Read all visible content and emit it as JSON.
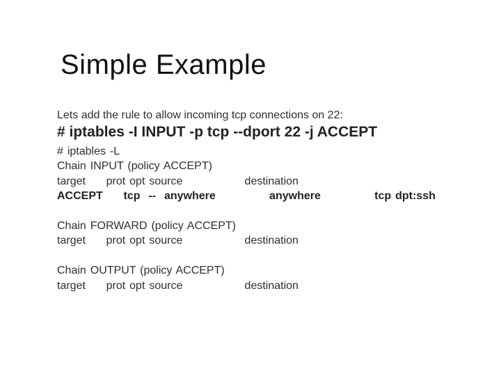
{
  "slide": {
    "title": "Simple Example",
    "intro": "Lets add the rule to allow incoming tcp connections on 22:",
    "command": "# iptables -I INPUT -p tcp --dport 22 -j ACCEPT",
    "listing": {
      "lines": [
        {
          "text": "# iptables -L",
          "bold": false
        },
        {
          "text": "Chain INPUT (policy ACCEPT)",
          "bold": false
        },
        {
          "text": "target     prot opt source               destination",
          "bold": false
        },
        {
          "text": "ACCEPT     tcp  --  anywhere             anywhere             tcp dpt:ssh",
          "bold": true
        },
        {
          "text": "",
          "bold": false
        },
        {
          "text": "Chain FORWARD (policy ACCEPT)",
          "bold": false
        },
        {
          "text": "target     prot opt source               destination",
          "bold": false
        },
        {
          "text": "",
          "bold": false
        },
        {
          "text": "Chain OUTPUT (policy ACCEPT)",
          "bold": false
        },
        {
          "text": "target     prot opt source               destination",
          "bold": false
        }
      ]
    },
    "colors": {
      "background": "#ffffff",
      "title_text": "#111111",
      "body_text": "#2e2e2e"
    }
  }
}
